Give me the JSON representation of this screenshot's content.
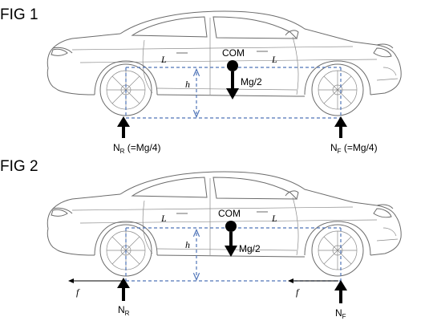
{
  "figures": [
    {
      "title": "FIG 1",
      "com_label": "COM",
      "weight_label": "Mg/2",
      "length_label_left": "L",
      "length_label_right": "L",
      "height_label": "h",
      "rear_normal": {
        "main": "N",
        "sub": "R",
        "suffix": " (=Mg/4)"
      },
      "front_normal": {
        "main": "N",
        "sub": "F",
        "suffix": " (=Mg/4)"
      }
    },
    {
      "title": "FIG 2",
      "com_label": "COM",
      "weight_label": "Mg/2",
      "length_label_left": "L",
      "length_label_right": "L",
      "height_label": "h",
      "rear_normal": {
        "main": "N",
        "sub": "R",
        "suffix": ""
      },
      "front_normal": {
        "main": "N",
        "sub": "F",
        "suffix": ""
      },
      "friction_rear": "f",
      "friction_front": "f"
    }
  ],
  "colors": {
    "dashed_lines": "#4f74b8",
    "car_outline": "#6b6b6b",
    "arrows": "#000000"
  }
}
